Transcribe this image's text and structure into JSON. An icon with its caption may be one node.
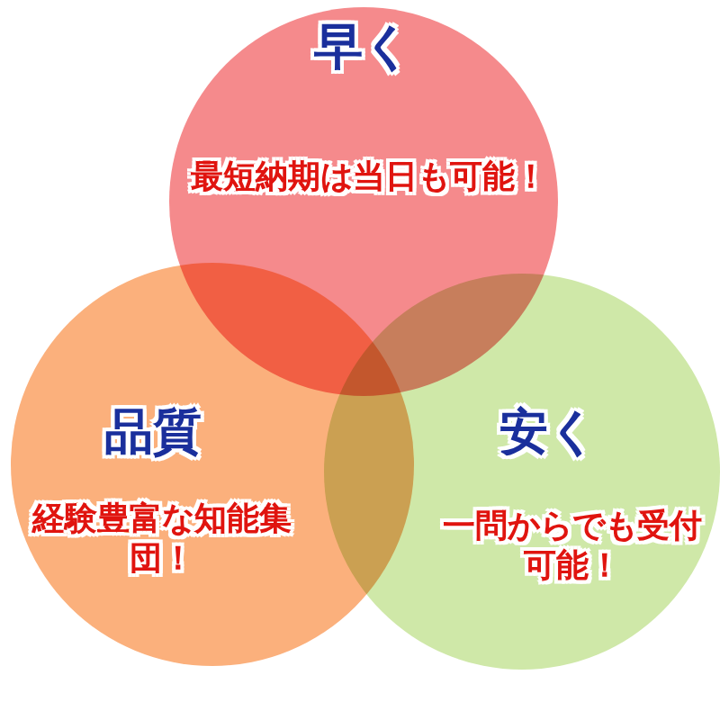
{
  "diagram": {
    "nodes": [
      {
        "text": [
          "早く",
          "最短納期は当日も可能！"
        ]
      },
      {
        "text": [
          "品質",
          "経験豊富な知能集団！"
        ]
      },
      {
        "text": [
          "安く",
          "一問からでも受付可能！"
        ]
      }
    ]
  }
}
